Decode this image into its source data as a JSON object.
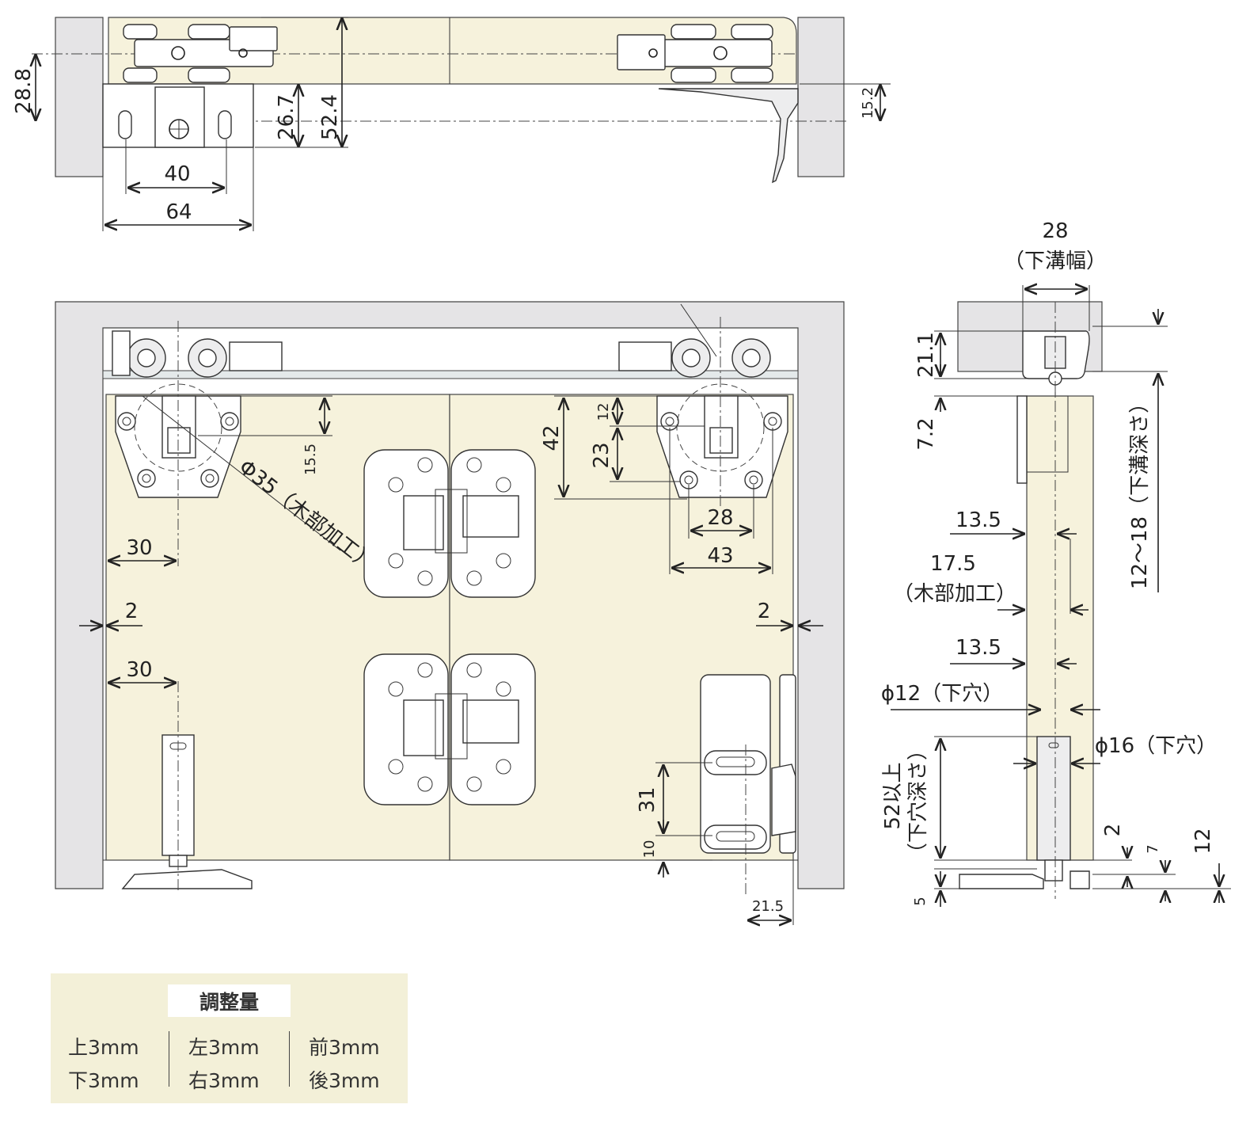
{
  "top_view": {
    "dims": {
      "d28_8": "28.8",
      "d26_7": "26.7",
      "d52_4": "52.4",
      "d15_2": "15.2",
      "d40": "40",
      "d64": "64"
    }
  },
  "front_view": {
    "dims": {
      "d15_5": "15.5",
      "phi35": "Φ35（木部加工）",
      "d30a": "30",
      "d30b": "30",
      "d2_left": "2",
      "d2_right": "2",
      "d42": "42",
      "d12": "12",
      "d23": "23",
      "d28": "28",
      "d43": "43",
      "d31": "31",
      "d10": "10",
      "d21_5": "21.5"
    }
  },
  "side_view": {
    "dims": {
      "d28": "28",
      "d28_note": "（下溝幅）",
      "d21_1": "21.1",
      "d7_2": "7.2",
      "groove_depth": "12〜18（下溝深さ）",
      "d13_5a": "13.5",
      "d17_5": "17.5",
      "d17_5_note": "（木部加工）",
      "d13_5b": "13.5",
      "phi12": "ϕ12（下穴）",
      "phi16": "ϕ16（下穴）",
      "d52": "52以上",
      "d52_note": "（下穴深さ）",
      "d2": "2",
      "d7": "7",
      "d12": "12",
      "d5": "5"
    }
  },
  "adjustment": {
    "title": "調整量",
    "rows": [
      [
        "上3mm",
        "左3mm",
        "前3mm"
      ],
      [
        "下3mm",
        "右3mm",
        "後3mm"
      ]
    ]
  }
}
